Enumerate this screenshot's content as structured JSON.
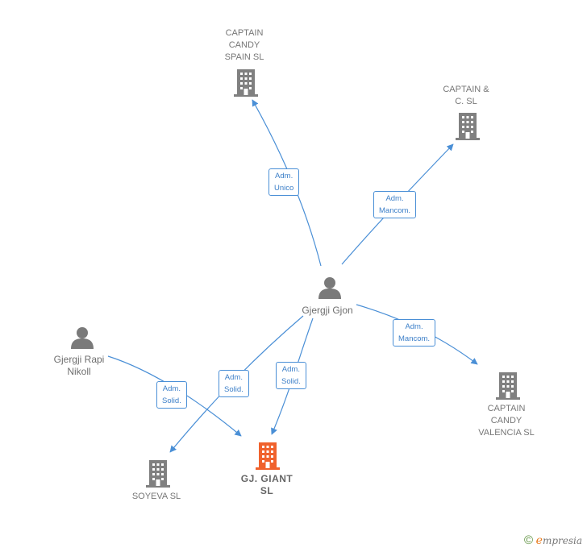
{
  "nodes": {
    "captain_candy_spain": {
      "label": "CAPTAIN\nCANDY\nSPAIN  SL",
      "icon": "building-icon"
    },
    "captain_c": {
      "label": "CAPTAIN &\nC.   SL",
      "icon": "building-icon"
    },
    "gjergji_gjon": {
      "label": "Gjergji Gjon",
      "icon": "person-icon"
    },
    "gjergji_rapi": {
      "label": "Gjergji Rapi\nNikoll",
      "icon": "person-icon"
    },
    "captain_candy_valencia": {
      "label": "CAPTAIN\nCANDY\nVALENCIA  SL",
      "icon": "building-icon"
    },
    "soyeva": {
      "label": "SOYEVA  SL",
      "icon": "building-icon"
    },
    "gj_giant": {
      "label": "GJ.  GIANT\nSL",
      "icon": "building-icon"
    }
  },
  "edges": [
    {
      "label": "Adm.\nUnico"
    },
    {
      "label": "Adm.\nMancom."
    },
    {
      "label": "Adm.\nMancom."
    },
    {
      "label": "Adm.\nSolid."
    },
    {
      "label": "Adm.\nSolid."
    },
    {
      "label": "Adm.\nSolid."
    }
  ],
  "footer": {
    "copyright_symbol": "©",
    "brand_initial": "e",
    "brand_rest": "mpresia"
  },
  "colors": {
    "edge": "#4a8fd6",
    "building": "#808080",
    "highlight": "#f0622d",
    "person": "#7a7a7a"
  }
}
